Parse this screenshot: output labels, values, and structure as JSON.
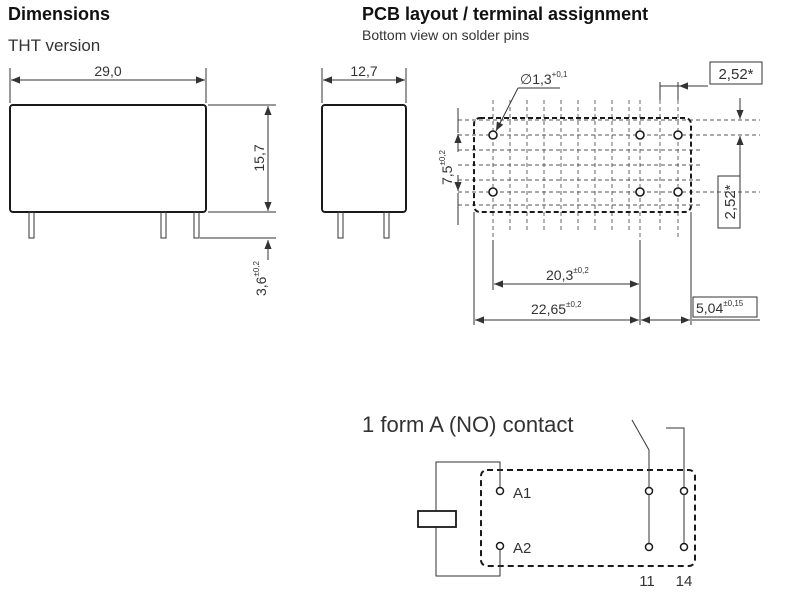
{
  "headings": {
    "dimensions": "Dimensions",
    "tht_version": "THT version",
    "pcb_layout": "PCB layout / terminal assignment",
    "bottom_view": "Bottom view on solder pins",
    "contact_title": "1 form A (NO) contact"
  },
  "dimensions": {
    "length": "29,0",
    "width": "12,7",
    "height": "15,7",
    "pin_length": "3,6",
    "pin_length_tol": "±0,2"
  },
  "pcb": {
    "hole_diameter": "∅1,3",
    "hole_diameter_tol": "+0,1",
    "grid_top": "2,52*",
    "grid_right": "2,52*",
    "row_spacing": "7,5",
    "row_spacing_tol": "±0,2",
    "pitch_inner": "20,3",
    "pitch_inner_tol": "±0,2",
    "pitch_outer": "22,65",
    "pitch_outer_tol": "±0,2",
    "offset": "5,04",
    "offset_tol": "±0,15"
  },
  "schematic": {
    "coil_a1": "A1",
    "coil_a2": "A2",
    "terminal_11": "11",
    "terminal_14": "14"
  }
}
